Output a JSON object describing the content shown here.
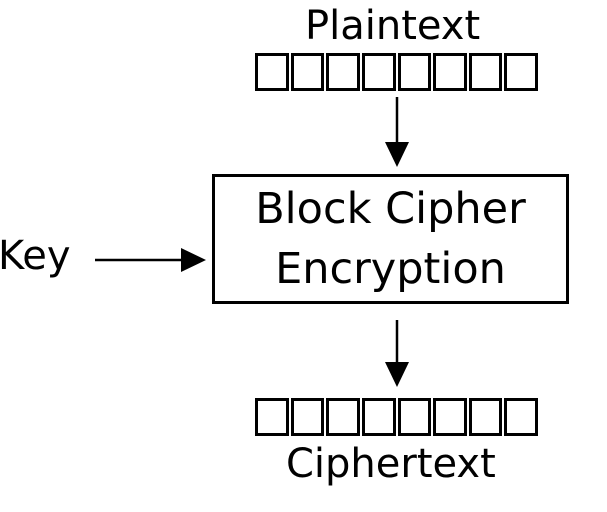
{
  "diagram": {
    "title": "Block Cipher Encryption diagram",
    "plaintext_label": "Plaintext",
    "key_label": "Key",
    "box_label_line1": "Block Cipher",
    "box_label_line2": "Encryption",
    "ciphertext_label": "Ciphertext",
    "block_cells": 8,
    "colors": {
      "foreground": "#000000",
      "background": "#ffffff"
    }
  }
}
